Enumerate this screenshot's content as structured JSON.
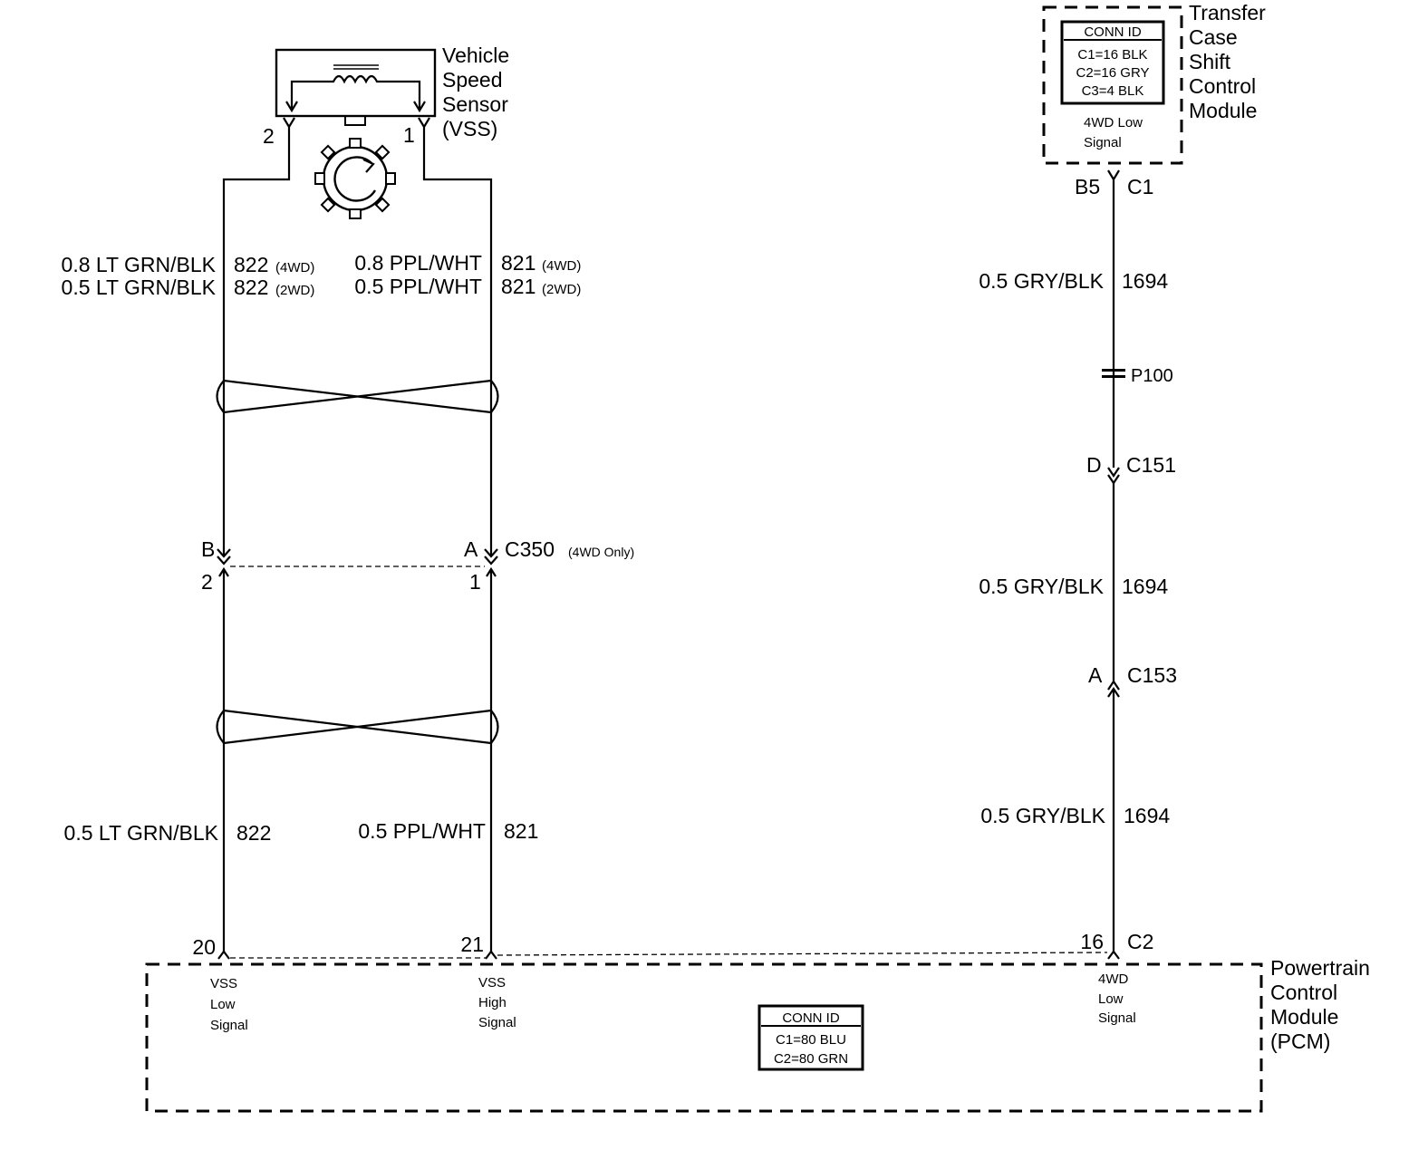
{
  "vss": {
    "name_lines": [
      "Vehicle",
      "Speed",
      "Sensor",
      "(VSS)"
    ],
    "pin_left": "2",
    "pin_right": "1"
  },
  "wires_upper": {
    "left_a": "0.8 LT GRN/BLK",
    "left_a_num": "822",
    "left_a_tag": "(4WD)",
    "left_b": "0.5 LT GRN/BLK",
    "left_b_num": "822",
    "left_b_tag": "(2WD)",
    "right_a": "0.8 PPL/WHT",
    "right_a_num": "821",
    "right_a_tag": "(4WD)",
    "right_b": "0.5 PPL/WHT",
    "right_b_num": "821",
    "right_b_tag": "(2WD)"
  },
  "c350": {
    "pin_b": "B",
    "pin_a": "A",
    "pin_2": "2",
    "pin_1": "1",
    "name": "C350",
    "note": "(4WD Only)"
  },
  "wires_lower": {
    "left": "0.5 LT GRN/BLK",
    "left_num": "822",
    "right": "0.5 PPL/WHT",
    "right_num": "821"
  },
  "tcscm": {
    "name_lines": [
      "Transfer",
      "Case",
      "Shift",
      "Control",
      "Module"
    ],
    "conn_id_title": "CONN ID",
    "conn_rows": [
      "C1=16 BLK",
      "C2=16 GRY",
      "C3=4 BLK"
    ],
    "signal_lines": [
      "4WD Low",
      "Signal"
    ],
    "pin": "B5",
    "conn": "C1"
  },
  "right_wire": {
    "label1": "0.5 GRY/BLK",
    "num1": "1694",
    "splice": "P100",
    "c151_pin": "D",
    "c151": "C151",
    "label2": "0.5 GRY/BLK",
    "num2": "1694",
    "c153_pin": "A",
    "c153": "C153",
    "label3": "0.5 GRY/BLK",
    "num3": "1694"
  },
  "pcm": {
    "name_lines": [
      "Powertrain",
      "Control",
      "Module",
      "(PCM)"
    ],
    "pin_20": "20",
    "pin_21": "21",
    "pin_16": "16",
    "conn": "C2",
    "vss_low": [
      "VSS",
      "Low",
      "Signal"
    ],
    "vss_high": [
      "VSS",
      "High",
      "Signal"
    ],
    "wd_low": [
      "4WD",
      "Low",
      "Signal"
    ],
    "conn_id_title": "CONN ID",
    "conn_rows": [
      "C1=80 BLU",
      "C2=80 GRN"
    ]
  }
}
